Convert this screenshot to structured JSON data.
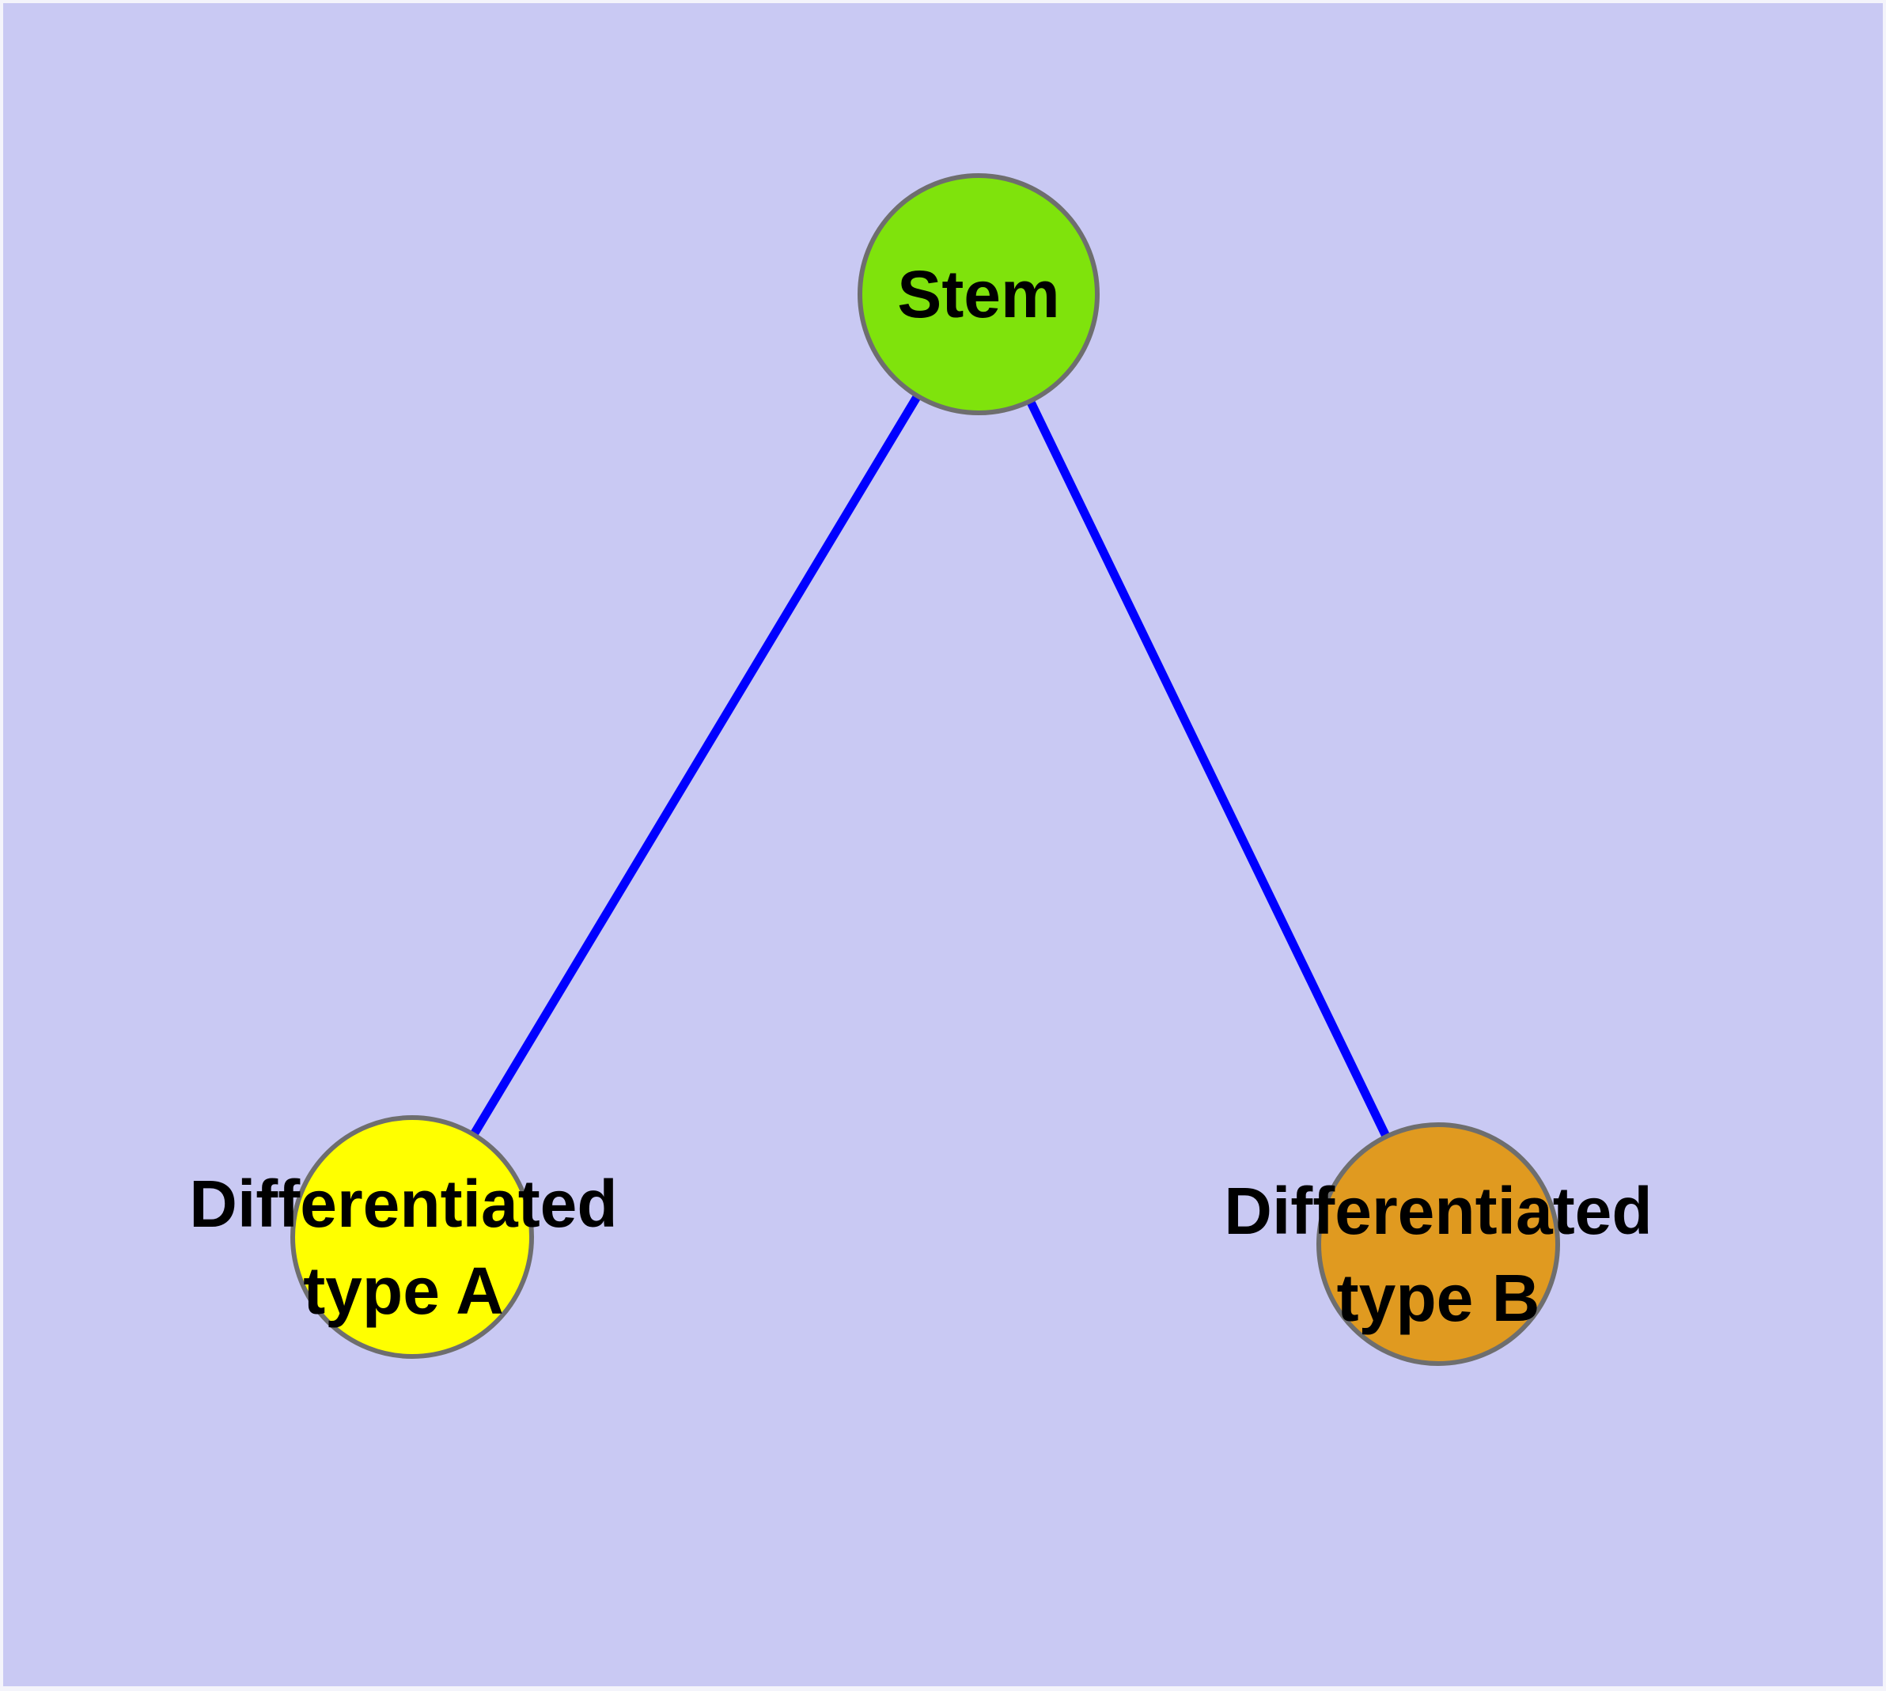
{
  "canvas": {
    "background_color": "#C9C9F3",
    "margin_color": "#F4F4FB"
  },
  "diagram": {
    "type": "node-link-graph",
    "title": "",
    "text_color": "#000000",
    "nodes": [
      {
        "id": "stem",
        "label": "Stem",
        "color": "#7FE30C",
        "border_color": "#6E6E6E"
      },
      {
        "id": "differentiated-type-a",
        "label": "Differentiated type A",
        "label_line1": "Differentiated",
        "label_line2": "type A",
        "color": "#FFFF00",
        "border_color": "#6E6E6E"
      },
      {
        "id": "differentiated-type-b",
        "label": "Differentiated type B",
        "label_line1": "Differentiated",
        "label_line2": "type B",
        "color": "#E09A20",
        "border_color": "#6E6E6E"
      }
    ],
    "edges": [
      {
        "from": "Stem",
        "to": "Differentiated type A",
        "color": "#0000FF"
      },
      {
        "from": "Stem",
        "to": "Differentiated type B",
        "color": "#0000FF"
      }
    ]
  }
}
